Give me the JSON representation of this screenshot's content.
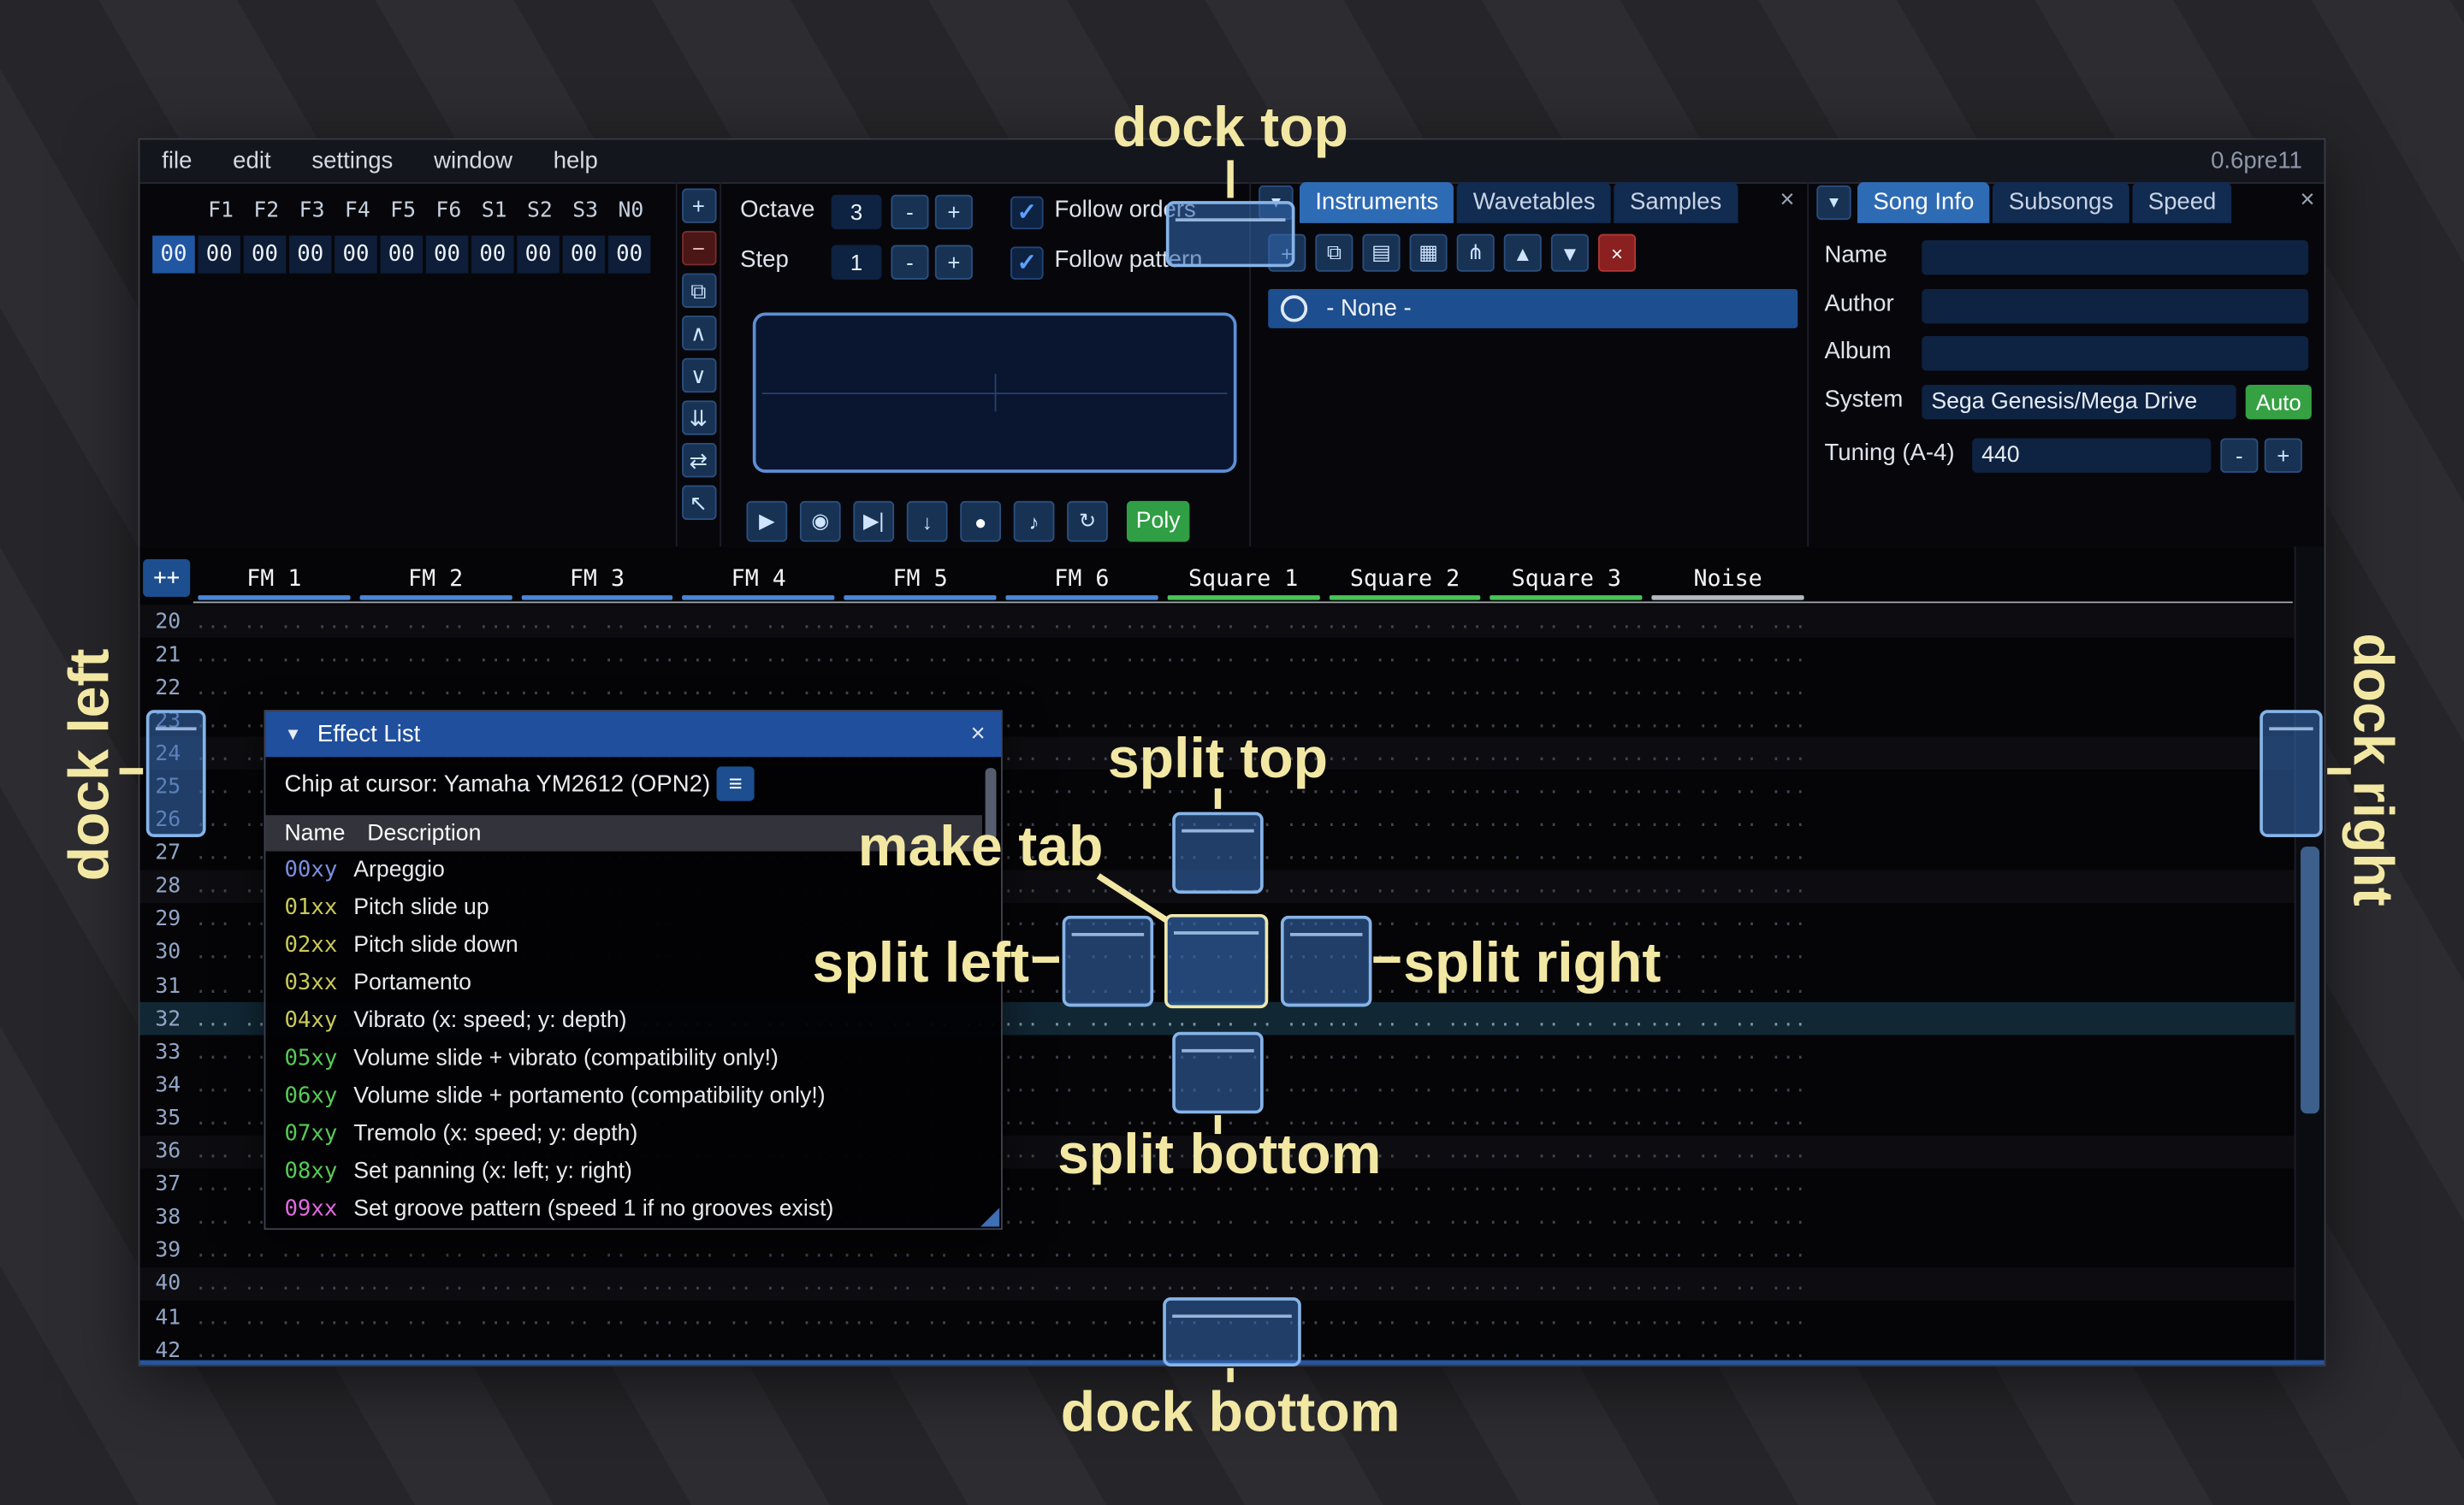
{
  "menu": {
    "items": [
      "file",
      "edit",
      "settings",
      "window",
      "help"
    ],
    "version": "0.6pre11"
  },
  "orders": {
    "channels": [
      "F1",
      "F2",
      "F3",
      "F4",
      "F5",
      "F6",
      "S1",
      "S2",
      "S3",
      "N0"
    ],
    "row_index": "00",
    "row_values": [
      "00",
      "00",
      "00",
      "00",
      "00",
      "00",
      "00",
      "00",
      "00",
      "00"
    ],
    "buttons": [
      {
        "name": "add",
        "glyph": "+"
      },
      {
        "name": "remove",
        "glyph": "−"
      },
      {
        "name": "duplicate",
        "glyph": "⧉"
      },
      {
        "name": "move-up",
        "glyph": "∧"
      },
      {
        "name": "move-down",
        "glyph": "∨"
      },
      {
        "name": "move-bottom",
        "glyph": "⇊"
      },
      {
        "name": "randomize",
        "glyph": "⇄"
      },
      {
        "name": "select-mode",
        "glyph": "↖"
      }
    ]
  },
  "controls": {
    "octave_label": "Octave",
    "octave_value": "3",
    "step_label": "Step",
    "step_value": "1",
    "minus": "-",
    "plus": "+",
    "check_glyph": "✓",
    "follow_orders": "Follow orders",
    "follow_pattern": "Follow pattern",
    "playback": [
      {
        "name": "play",
        "glyph": "▶"
      },
      {
        "name": "play-from-start",
        "glyph": "◉"
      },
      {
        "name": "step-row",
        "glyph": "▶|"
      },
      {
        "name": "jump",
        "glyph": "↓"
      },
      {
        "name": "record",
        "glyph": "●"
      },
      {
        "name": "metronome",
        "glyph": "♪"
      },
      {
        "name": "repeat",
        "glyph": "↻"
      }
    ],
    "poly": "Poly"
  },
  "assets": {
    "dropdown_glyph": "▼",
    "tabs": [
      "Instruments",
      "Wavetables",
      "Samples"
    ],
    "selected": "Instruments",
    "close_glyph": "×",
    "toolbar": [
      {
        "name": "add",
        "glyph": "+"
      },
      {
        "name": "duplicate",
        "glyph": "⧉"
      },
      {
        "name": "open",
        "glyph": "▤"
      },
      {
        "name": "save",
        "glyph": "▦"
      },
      {
        "name": "tree",
        "glyph": "⋔"
      },
      {
        "name": "move-up",
        "glyph": "▲"
      },
      {
        "name": "move-down",
        "glyph": "▼"
      },
      {
        "name": "delete",
        "glyph": "×"
      }
    ],
    "none_item": "- None -"
  },
  "song": {
    "dropdown_glyph": "▼",
    "tabs": [
      "Song Info",
      "Subsongs",
      "Speed"
    ],
    "selected": "Song Info",
    "close_glyph": "×",
    "fields": {
      "name_label": "Name",
      "author_label": "Author",
      "album_label": "Album",
      "system_label": "System",
      "system_value": "Sega Genesis/Mega Drive",
      "auto_button": "Auto",
      "tuning_label": "Tuning (A-4)",
      "tuning_value": "440",
      "minus": "-",
      "plus": "+"
    }
  },
  "pattern": {
    "corner_button": "++",
    "channels": [
      {
        "name": "FM 1",
        "color": "#4a86d8"
      },
      {
        "name": "FM 2",
        "color": "#4a86d8"
      },
      {
        "name": "FM 3",
        "color": "#4a86d8"
      },
      {
        "name": "FM 4",
        "color": "#4a86d8"
      },
      {
        "name": "FM 5",
        "color": "#4a86d8"
      },
      {
        "name": "FM 6",
        "color": "#4a86d8"
      },
      {
        "name": "Square 1",
        "color": "#46c556"
      },
      {
        "name": "Square 2",
        "color": "#46c556"
      },
      {
        "name": "Square 3",
        "color": "#46c556"
      },
      {
        "name": "Noise",
        "color": "#b4bac4"
      }
    ],
    "rows": [
      "20",
      "21",
      "22",
      "23",
      "24",
      "25",
      "26",
      "27",
      "28",
      "29",
      "30",
      "31",
      "32",
      "33",
      "34",
      "35",
      "36",
      "37",
      "38",
      "39",
      "40",
      "41",
      "42"
    ],
    "cursor_row": "32",
    "empty_cell": "... .. .. ..."
  },
  "effect_list": {
    "title": "Effect List",
    "collapse_glyph": "▼",
    "close_glyph": "×",
    "chip_line": "Chip at cursor: Yamaha YM2612 (OPN2)",
    "menu_glyph": "≡",
    "col_name": "Name",
    "col_desc": "Description",
    "rows": [
      {
        "code": "00xy",
        "color": "#7a8fe0",
        "desc": "Arpeggio"
      },
      {
        "code": "01xx",
        "color": "#c9c95a",
        "desc": "Pitch slide up"
      },
      {
        "code": "02xx",
        "color": "#c9c95a",
        "desc": "Pitch slide down"
      },
      {
        "code": "03xx",
        "color": "#c9c95a",
        "desc": "Portamento"
      },
      {
        "code": "04xy",
        "color": "#c9c95a",
        "desc": "Vibrato (x: speed; y: depth)"
      },
      {
        "code": "05xy",
        "color": "#55cc55",
        "desc": "Volume slide + vibrato (compatibility only!)"
      },
      {
        "code": "06xy",
        "color": "#55cc55",
        "desc": "Volume slide + portamento (compatibility only!)"
      },
      {
        "code": "07xy",
        "color": "#55cc55",
        "desc": "Tremolo (x: speed; y: depth)"
      },
      {
        "code": "08xy",
        "color": "#55cc55",
        "desc": "Set panning (x: left; y: right)"
      },
      {
        "code": "09xx",
        "color": "#e06ae0",
        "desc": "Set groove pattern (speed 1 if no grooves exist)"
      }
    ]
  },
  "annotations": {
    "dock_top": "dock top",
    "dock_left": "dock left",
    "dock_right": "dock right",
    "dock_bottom": "dock bottom",
    "split_top": "split top",
    "split_left": "split left",
    "split_right": "split right",
    "split_bottom": "split bottom",
    "make_tab": "make tab"
  }
}
